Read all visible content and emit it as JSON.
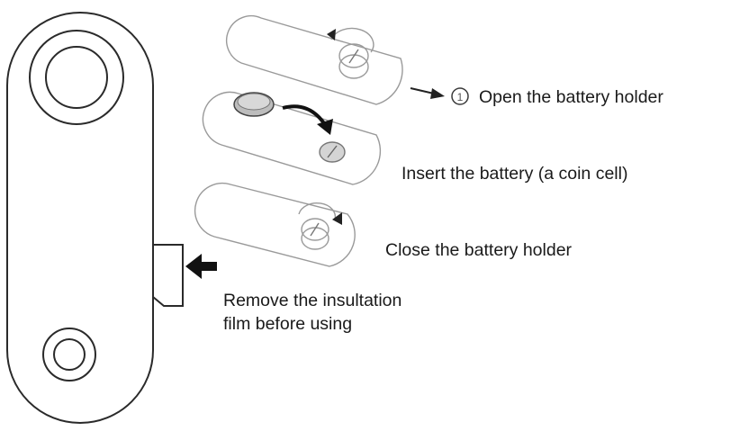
{
  "steps": {
    "step1": {
      "number": "1",
      "text": "Open the battery holder"
    },
    "step2": {
      "text": "Insert the battery (a coin cell)"
    },
    "step3": {
      "text": "Close the battery holder"
    }
  },
  "note": {
    "line1": "Remove the insultation",
    "line2": "film before using"
  }
}
